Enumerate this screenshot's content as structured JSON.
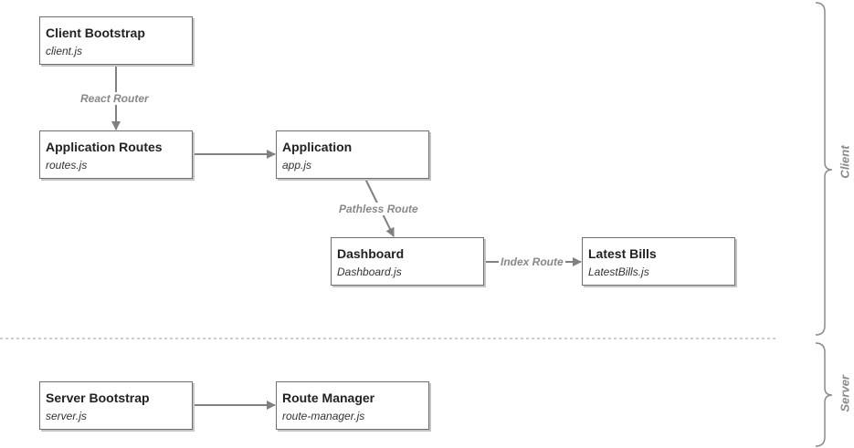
{
  "nodes": {
    "client_bootstrap": {
      "title": "Client Bootstrap",
      "file": "client.js"
    },
    "application_routes": {
      "title": "Application Routes",
      "file": "routes.js"
    },
    "application": {
      "title": "Application",
      "file": "app.js"
    },
    "dashboard": {
      "title": "Dashboard",
      "file": "Dashboard.js"
    },
    "latest_bills": {
      "title": "Latest Bills",
      "file": "LatestBills.js"
    },
    "server_bootstrap": {
      "title": "Server Bootstrap",
      "file": "server.js"
    },
    "route_manager": {
      "title": "Route Manager",
      "file": "route-manager.js"
    }
  },
  "edges": {
    "react_router": "React Router",
    "pathless_route": "Pathless Route",
    "index_route": "Index Route"
  },
  "sections": {
    "client": "Client",
    "server": "Server"
  },
  "colors": {
    "connector": "#808080",
    "box_border": "#6f6f6f",
    "divider": "#9a9a9a",
    "label": "#888888"
  }
}
